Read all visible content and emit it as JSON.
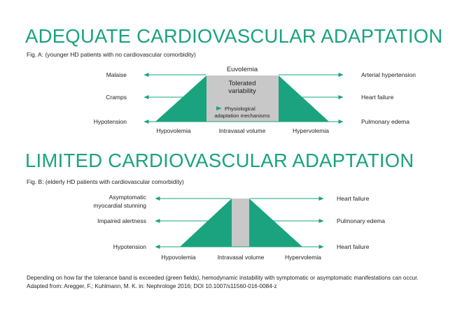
{
  "colors": {
    "accent": "#1aa37e",
    "band": "#c8c8c8",
    "arrow": "#1aa37e",
    "text": "#222222"
  },
  "fig_a": {
    "title": "ADEQUATE CARDIOVASCULAR ADAPTATION",
    "caption": "Fig. A: (younger HD patients with no cardiovascular comorbidity)",
    "center_top_label": "Euvolemia",
    "band_label_line1": "Tolerated",
    "band_label_line2": "variability",
    "mechanism_line1": "Physiological",
    "mechanism_line2": "adaptation mechanisms",
    "left_labels": [
      "Malaise",
      "Cramps",
      "Hypotension"
    ],
    "right_labels": [
      "Arterial hypertension",
      "Heart failure",
      "Pulmonary edema"
    ],
    "axis_left": "Hypovolemia",
    "axis_center": "Intravasal volume",
    "axis_right": "Hypervolemia"
  },
  "fig_b": {
    "title": "LIMITED CARDIOVASCULAR ADAPTATION",
    "caption": "Fig. B: (elderly HD patients with cardiovascular comorbidity)",
    "left_label_1_line1": "Asymptomatic",
    "left_label_1_line2": "myocardial stunning",
    "left_label_2": "Impaired alertness",
    "left_label_3": "Hypotension",
    "right_labels": [
      "Heart failure",
      "Pulmonary edema",
      "Heart failure"
    ],
    "axis_left": "Hypovolemia",
    "axis_center": "Intravasal volume",
    "axis_right": "Hypervolemia"
  },
  "footnote": {
    "line1": "Depending on how far the tolerance band is exceeded (green fields), hemodynamic instability with symptomatic or asymptomatic manifestations can occur.",
    "line2": "Adapted from: Aregger, F.; Kuhlmann, M. K. in: Nephrologe 2016; DOI 10.1007/s11560-016-0084-z"
  }
}
